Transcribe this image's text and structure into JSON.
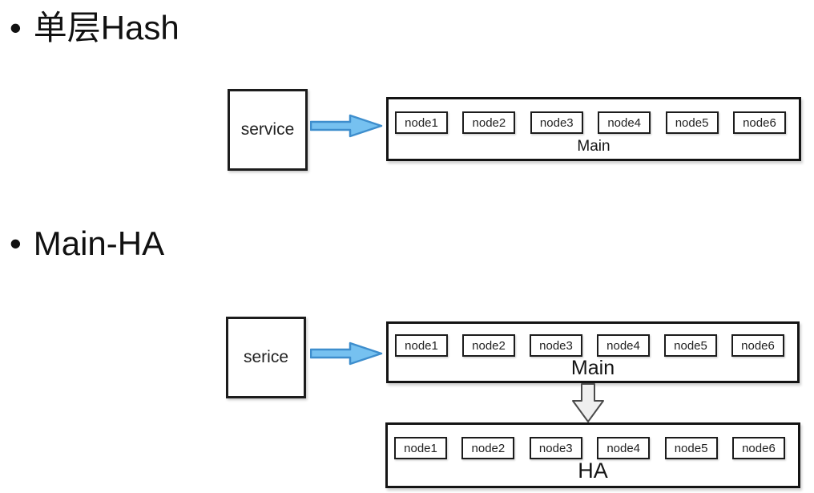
{
  "slide": {
    "bullet": "•",
    "colors": {
      "background": "#ffffff",
      "box_border": "#1c1c1c",
      "text": "#1a1a1a",
      "right_arrow_fill": "#76C1F0",
      "right_arrow_stroke": "#3E8ECD",
      "down_arrow_fill": "#EFEFEF",
      "down_arrow_stroke": "#4a4a4a"
    },
    "sections": [
      {
        "title": "单层Hash",
        "source_label": "service",
        "clusters": [
          {
            "label": "Main",
            "nodes": [
              "node1",
              "node2",
              "node3",
              "node4",
              "node5",
              "node6"
            ]
          }
        ]
      },
      {
        "title": "Main-HA",
        "source_label": "serice",
        "clusters": [
          {
            "label": "Main",
            "nodes": [
              "node1",
              "node2",
              "node3",
              "node4",
              "node5",
              "node6"
            ]
          },
          {
            "label": "HA",
            "nodes": [
              "node1",
              "node2",
              "node3",
              "node4",
              "node5",
              "node6"
            ]
          }
        ]
      }
    ]
  }
}
